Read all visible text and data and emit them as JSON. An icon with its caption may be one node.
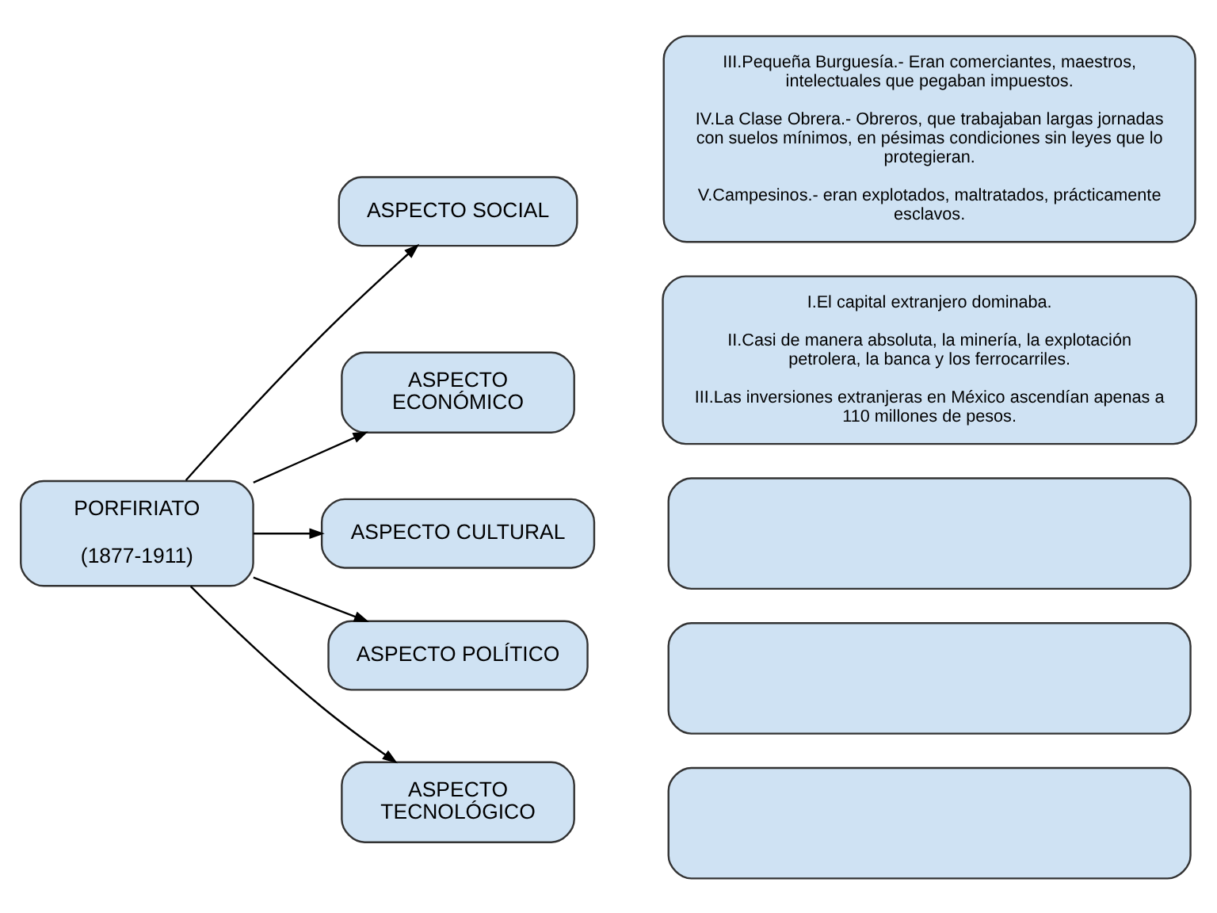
{
  "diagram": {
    "nodes": [
      {
        "text": [
          "PORFIRIATO",
          "(1877-1911)"
        ]
      },
      {
        "text": [
          "ASPECTO SOCIAL"
        ]
      },
      {
        "text": [
          "ASPECTO ECONÓMICO"
        ]
      },
      {
        "text": [
          "ASPECTO CULTURAL"
        ]
      },
      {
        "text": [
          "ASPECTO POLÍTICO"
        ]
      },
      {
        "text": [
          "ASPECTO TECNOLÓGICO"
        ]
      },
      {
        "text": [
          "III.Pequeña Burguesía.- Eran comerciantes, maestros, intelectuales que pegaban impuestos.",
          "IV.La Clase Obrera.- Obreros, que trabajaban largas jornadas con suelos mínimos, en pésimas condiciones sin leyes que lo protegieran.",
          "V.Campesinos.- eran explotados, maltratados, prácticamente esclavos."
        ]
      },
      {
        "text": [
          "I.El capital extranjero dominaba.",
          "II.Casi de manera absoluta, la minería, la explotación petrolera, la banca y los ferrocarriles.",
          "III.Las inversiones extranjeras en México ascendían apenas a 110 millones de pesos."
        ]
      },
      {
        "text": [],
        "shape": "box"
      },
      {
        "text": [],
        "shape": "box"
      },
      {
        "text": [],
        "shape": "box"
      }
    ],
    "edges": [
      {
        "from": 0,
        "to": 1,
        "arrow": "to"
      },
      {
        "from": 0,
        "to": 2,
        "arrow": "to"
      },
      {
        "from": 0,
        "to": 3,
        "arrow": "to"
      },
      {
        "from": 0,
        "to": 4,
        "arrow": "to"
      },
      {
        "from": 0,
        "to": 5,
        "arrow": "to"
      }
    ]
  }
}
